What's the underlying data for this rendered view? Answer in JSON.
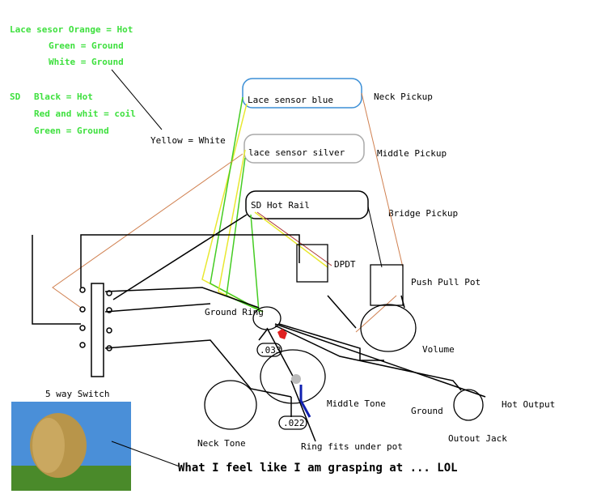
{
  "legend": {
    "lace": [
      "Lace sesor Orange = Hot",
      "Green = Ground",
      "White = Ground"
    ],
    "sd_prefix": "SD",
    "sd": [
      "Black = Hot",
      "Red and whit = coil",
      "Green = Ground"
    ],
    "yellow_note": "Yellow = White"
  },
  "pickups": [
    {
      "box": "Lace sensor blue",
      "label": "Neck Pickup",
      "color": "#3b8fd6"
    },
    {
      "box": "lace sensor silver",
      "label": "Middle Pickup",
      "color": "#aaaaaa"
    },
    {
      "box": "SD Hot Rail",
      "label": "Bridge Pickup",
      "color": "#000000"
    }
  ],
  "components": {
    "dpdt": "DPDT",
    "push_pull": "Push Pull Pot",
    "ground_ring": "Ground Ring",
    "volume": "Volume",
    "cap1": ".033",
    "middle_tone": "Middle Tone",
    "ground": "Ground",
    "hot_output": "Hot Output",
    "jack": "Outout Jack",
    "neck_tone": "Neck Tone",
    "cap2": ".022",
    "ring_note": "Ring fits under pot",
    "switch": "5 way Switch"
  },
  "caption": "What I feel like I am grasping at ... LOL",
  "colors": {
    "legend_green": "#3ee03e",
    "wire_green": "#44cc22",
    "wire_yellow": "#e8e830",
    "wire_orange": "#d08050",
    "red": "#e02020",
    "blue": "#1020b0"
  }
}
